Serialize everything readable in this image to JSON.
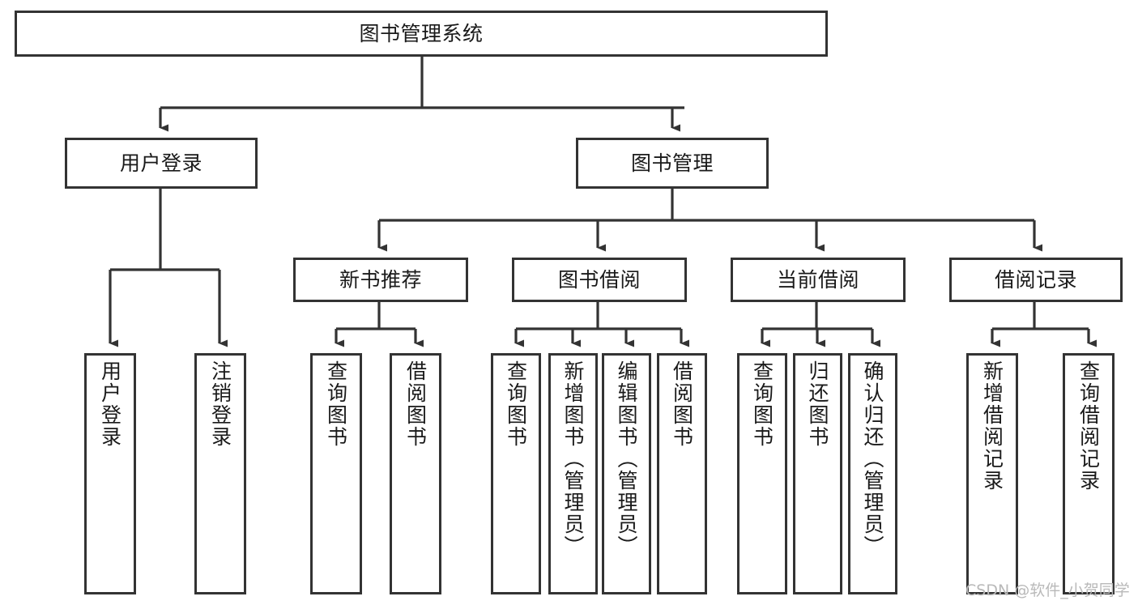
{
  "diagram": {
    "title": "图书管理系统",
    "watermark": "CSDN @软件_小贺同学",
    "colors": {
      "box_border": "#333333",
      "box_fill": "#ffffff",
      "connector": "#333333",
      "text": "#1a1a1a",
      "watermark": "#b9b9b9",
      "page_background": "#ffffff"
    },
    "level1": {
      "label": "图书管理系统"
    },
    "level2": [
      {
        "label": "用户登录"
      },
      {
        "label": "图书管理"
      }
    ],
    "level3": [
      {
        "label": "新书推荐"
      },
      {
        "label": "图书借阅"
      },
      {
        "label": "当前借阅"
      },
      {
        "label": "借阅记录"
      }
    ],
    "leaves": {
      "user_login": [
        {
          "label": "用户登录"
        },
        {
          "label": "注销登录"
        }
      ],
      "new_book_recommend": [
        {
          "label": "查询图书"
        },
        {
          "label": "借阅图书"
        }
      ],
      "book_borrow": [
        {
          "label": "查询图书"
        },
        {
          "label": "新增图书（管理员）"
        },
        {
          "label": "编辑图书（管理员）"
        },
        {
          "label": "借阅图书"
        }
      ],
      "current_borrow": [
        {
          "label": "查询图书"
        },
        {
          "label": "归还图书"
        },
        {
          "label": "确认归还（管理员）"
        }
      ],
      "borrow_records": [
        {
          "label": "新增借阅记录"
        },
        {
          "label": "查询借阅记录"
        }
      ]
    }
  },
  "chart_data": {
    "type": "tree",
    "title": "图书管理系统",
    "orientation": "top-down",
    "nodes": [
      {
        "id": "root",
        "label": "图书管理系统",
        "level": 0,
        "parent": null
      },
      {
        "id": "user-login",
        "label": "用户登录",
        "level": 1,
        "parent": "root"
      },
      {
        "id": "book-mgmt",
        "label": "图书管理",
        "level": 1,
        "parent": "root"
      },
      {
        "id": "user-login-1",
        "label": "用户登录",
        "level": 2,
        "parent": "user-login"
      },
      {
        "id": "user-login-2",
        "label": "注销登录",
        "level": 2,
        "parent": "user-login"
      },
      {
        "id": "new-book",
        "label": "新书推荐",
        "level": 2,
        "parent": "book-mgmt"
      },
      {
        "id": "book-borrow",
        "label": "图书借阅",
        "level": 2,
        "parent": "book-mgmt"
      },
      {
        "id": "current-borrow",
        "label": "当前借阅",
        "level": 2,
        "parent": "book-mgmt"
      },
      {
        "id": "borrow-record",
        "label": "借阅记录",
        "level": 2,
        "parent": "book-mgmt"
      },
      {
        "id": "new-book-1",
        "label": "查询图书",
        "level": 3,
        "parent": "new-book"
      },
      {
        "id": "new-book-2",
        "label": "借阅图书",
        "level": 3,
        "parent": "new-book"
      },
      {
        "id": "book-borrow-1",
        "label": "查询图书",
        "level": 3,
        "parent": "book-borrow"
      },
      {
        "id": "book-borrow-2",
        "label": "新增图书（管理员）",
        "level": 3,
        "parent": "book-borrow"
      },
      {
        "id": "book-borrow-3",
        "label": "编辑图书（管理员）",
        "level": 3,
        "parent": "book-borrow"
      },
      {
        "id": "book-borrow-4",
        "label": "借阅图书",
        "level": 3,
        "parent": "book-borrow"
      },
      {
        "id": "current-borrow-1",
        "label": "查询图书",
        "level": 3,
        "parent": "current-borrow"
      },
      {
        "id": "current-borrow-2",
        "label": "归还图书",
        "level": 3,
        "parent": "current-borrow"
      },
      {
        "id": "current-borrow-3",
        "label": "确认归还（管理员）",
        "level": 3,
        "parent": "current-borrow"
      },
      {
        "id": "borrow-record-1",
        "label": "新增借阅记录",
        "level": 3,
        "parent": "borrow-record"
      },
      {
        "id": "borrow-record-2",
        "label": "查询借阅记录",
        "level": 3,
        "parent": "borrow-record"
      }
    ]
  }
}
